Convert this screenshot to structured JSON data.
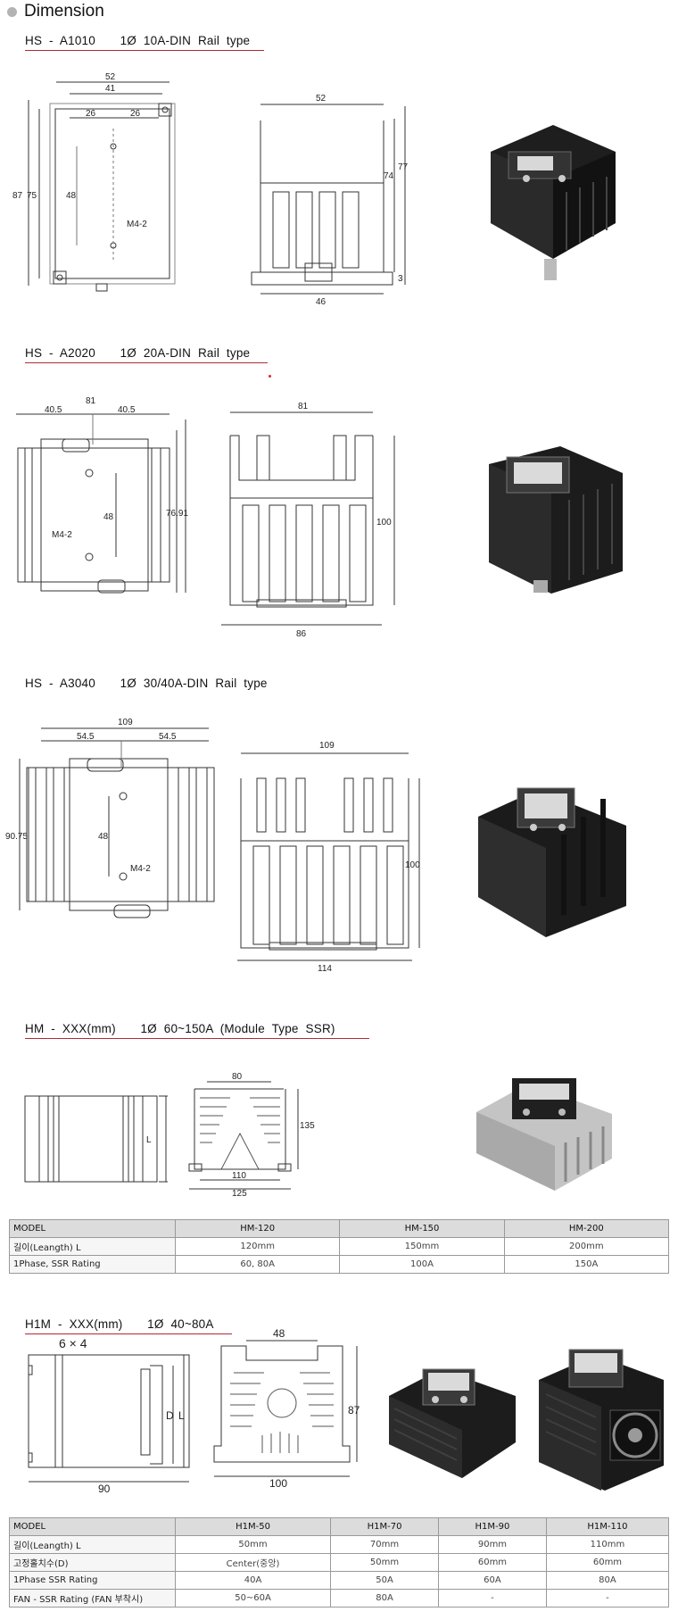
{
  "page": {
    "title": "Dimension"
  },
  "sections": {
    "a1010": {
      "title": "HS  -  A1010       1Ø  10A-DIN  Rail  type",
      "labels": {
        "w52": "52",
        "w41": "41",
        "h26a": "26",
        "h26b": "26",
        "h87": "87",
        "h75": "75",
        "h48": "48",
        "m4": "M4-2",
        "side52": "52",
        "side74": "74",
        "side77": "77",
        "side3": "3",
        "side46": "46"
      }
    },
    "a2020": {
      "title": "HS  -  A2020       1Ø  20A-DIN  Rail  type",
      "labels": {
        "w81": "81",
        "w40a": "40.5",
        "w40b": "40.5",
        "h48": "48",
        "m4": "M4-2",
        "h76": "76.91",
        "side81": "81",
        "side100": "100",
        "side86": "86"
      }
    },
    "a3040": {
      "title": "HS  -  A3040       1Ø  30/40A-DIN  Rail  type",
      "labels": {
        "w109": "109",
        "w54a": "54.5",
        "w54b": "54.5",
        "h90": "90.75",
        "h48": "48",
        "m4": "M4-2",
        "side109": "109",
        "side100": "100",
        "side114": "114"
      }
    },
    "hm": {
      "title": "HM  -  XXX(mm)       1Ø  60~150A  (Module  Type  SSR)",
      "labels": {
        "L": "L",
        "w80": "80",
        "h135": "135",
        "w110": "110",
        "w125": "125"
      },
      "table": {
        "headers": [
          "MODEL",
          "HM-120",
          "HM-150",
          "HM-200"
        ],
        "rows": [
          [
            "길이(Leangth) L",
            "120mm",
            "150mm",
            "200mm"
          ],
          [
            "1Phase, SSR Rating",
            "60, 80A",
            "100A",
            "150A"
          ]
        ]
      }
    },
    "h1m": {
      "title": "H1M  -  XXX(mm)       1Ø  40~80A",
      "labels": {
        "holes": "6 × 4",
        "D": "D",
        "L": "L",
        "w90": "90",
        "w48": "48",
        "h87": "87",
        "w100": "100"
      },
      "table": {
        "headers": [
          "MODEL",
          "H1M-50",
          "H1M-70",
          "H1M-90",
          "H1M-110"
        ],
        "rows": [
          [
            "길이(Leangth) L",
            "50mm",
            "70mm",
            "90mm",
            "110mm"
          ],
          [
            "고정홀치수(D)",
            "Center(중앙)",
            "50mm",
            "60mm",
            "60mm"
          ],
          [
            "1Phase SSR Rating",
            "40A",
            "50A",
            "60A",
            "80A"
          ],
          [
            "FAN - SSR Rating (FAN 부착시)",
            "50~60A",
            "80A",
            "-",
            "-"
          ]
        ]
      }
    }
  },
  "icons": [
    "heatsink-photo",
    "heatsink-fan-photo"
  ],
  "colors": {
    "rule": "#b02a39",
    "table_header": "#dcdcdc",
    "heatsink": "#1e1e1e",
    "aluminum": "#b8b8b8"
  }
}
